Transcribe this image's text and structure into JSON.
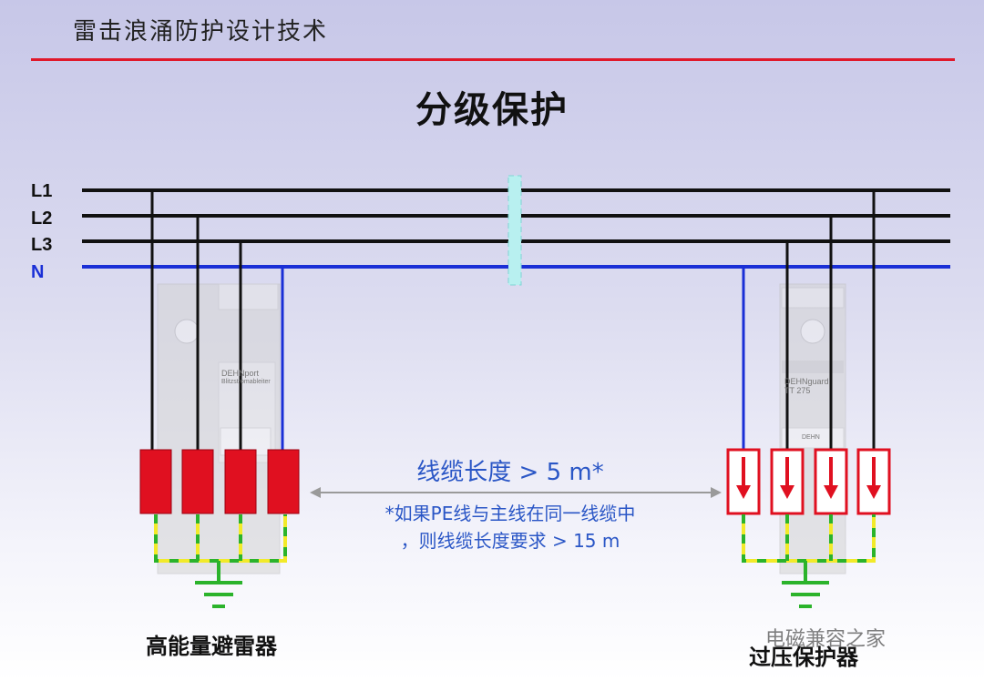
{
  "header": {
    "doc_title": "雷击浪涌防护设计技术",
    "slide_title": "分级保护"
  },
  "lines": [
    {
      "label": "L1",
      "color": "#111111"
    },
    {
      "label": "L2",
      "color": "#111111"
    },
    {
      "label": "L3",
      "color": "#111111"
    },
    {
      "label": "N",
      "color": "#1a2fd6"
    }
  ],
  "devices": {
    "left": {
      "caption": "高能量避雷器",
      "brand_line1": "DEHNport",
      "brand_line2": "Blitzstromableiter",
      "module_color": "#e01020"
    },
    "right": {
      "caption": "过压保护器",
      "brand_line1": "DEHNguard",
      "brand_line2": "TT 275",
      "small_text": "DEHN",
      "module_color": "#e01020"
    }
  },
  "distance": {
    "main": "线缆长度 > 5 m*",
    "note_line1": "*如果PE线与主线在同一线缆中",
    "note_line2": "，则线缆长度要求 > 15 m"
  },
  "watermark": "电磁兼容之家",
  "colors": {
    "accent_red": "#e0182a",
    "neutral_blue": "#1a2fd6",
    "pe_green": "#2bb32b",
    "pe_yellow": "#f2ea2a",
    "cable_cyan": "#b8f0f0"
  }
}
